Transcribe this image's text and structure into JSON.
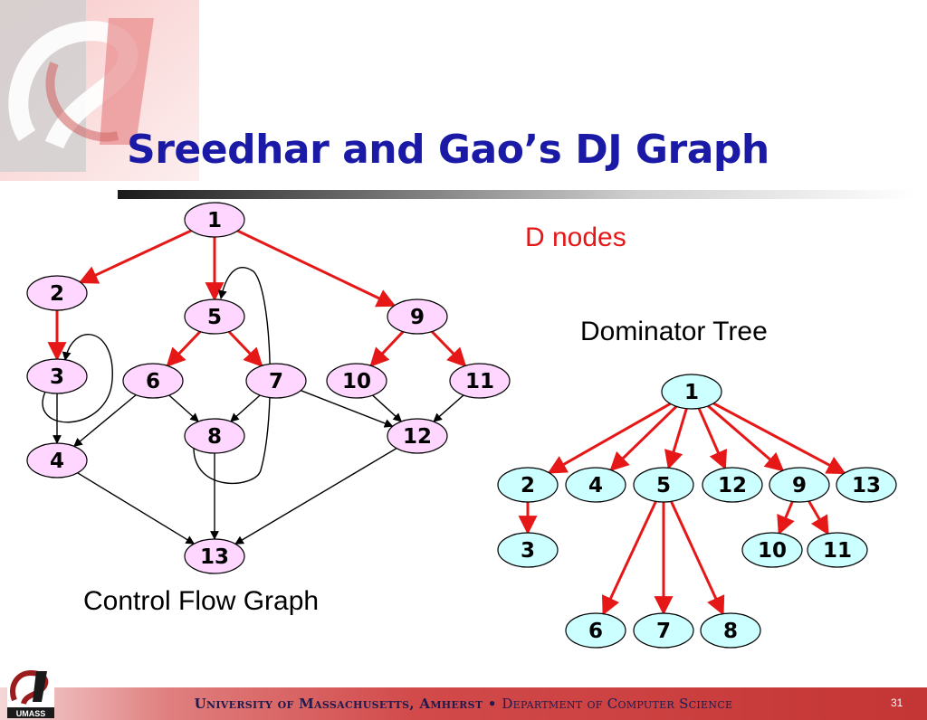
{
  "slide": {
    "title": "Sreedhar and Gao’s DJ Graph",
    "page_number": "31"
  },
  "footer": {
    "university": "University of Massachusetts, Amherst",
    "separator": "•",
    "department": "Department of Computer Science",
    "logo_text": "UMASS"
  },
  "cfg": {
    "caption": "Control Flow Graph",
    "node_fill": "#ffd6ff",
    "nodes": [
      {
        "id": "1",
        "label": "1"
      },
      {
        "id": "2",
        "label": "2"
      },
      {
        "id": "3",
        "label": "3"
      },
      {
        "id": "4",
        "label": "4"
      },
      {
        "id": "5",
        "label": "5"
      },
      {
        "id": "6",
        "label": "6"
      },
      {
        "id": "7",
        "label": "7"
      },
      {
        "id": "8",
        "label": "8"
      },
      {
        "id": "9",
        "label": "9"
      },
      {
        "id": "10",
        "label": "10"
      },
      {
        "id": "11",
        "label": "11"
      },
      {
        "id": "12",
        "label": "12"
      },
      {
        "id": "13",
        "label": "13"
      }
    ],
    "d_edges": [
      [
        "1",
        "2"
      ],
      [
        "1",
        "5"
      ],
      [
        "1",
        "9"
      ],
      [
        "2",
        "3"
      ],
      [
        "5",
        "6"
      ],
      [
        "5",
        "7"
      ],
      [
        "9",
        "10"
      ],
      [
        "9",
        "11"
      ]
    ],
    "j_edges": [
      [
        "3",
        "4"
      ],
      [
        "6",
        "4"
      ],
      [
        "6",
        "8"
      ],
      [
        "7",
        "8"
      ],
      [
        "7",
        "12"
      ],
      [
        "10",
        "12"
      ],
      [
        "11",
        "12"
      ],
      [
        "4",
        "13"
      ],
      [
        "8",
        "13"
      ],
      [
        "12",
        "13"
      ],
      [
        "3",
        "3"
      ],
      [
        "8",
        "5"
      ]
    ]
  },
  "dominator_tree": {
    "caption": "Dominator Tree",
    "d_nodes_label": "D nodes",
    "node_fill": "#ccffff",
    "nodes": [
      {
        "id": "1",
        "label": "1"
      },
      {
        "id": "2",
        "label": "2"
      },
      {
        "id": "4",
        "label": "4"
      },
      {
        "id": "5",
        "label": "5"
      },
      {
        "id": "12",
        "label": "12"
      },
      {
        "id": "9",
        "label": "9"
      },
      {
        "id": "13",
        "label": "13"
      },
      {
        "id": "3",
        "label": "3"
      },
      {
        "id": "10",
        "label": "10"
      },
      {
        "id": "11",
        "label": "11"
      },
      {
        "id": "6",
        "label": "6"
      },
      {
        "id": "7",
        "label": "7"
      },
      {
        "id": "8",
        "label": "8"
      }
    ],
    "edges": [
      [
        "1",
        "2"
      ],
      [
        "1",
        "4"
      ],
      [
        "1",
        "5"
      ],
      [
        "1",
        "12"
      ],
      [
        "1",
        "9"
      ],
      [
        "1",
        "13"
      ],
      [
        "2",
        "3"
      ],
      [
        "9",
        "10"
      ],
      [
        "9",
        "11"
      ],
      [
        "5",
        "6"
      ],
      [
        "5",
        "7"
      ],
      [
        "5",
        "8"
      ]
    ]
  },
  "colors": {
    "d_edge": "#e61717",
    "j_edge": "#000000",
    "title": "#1a1aa6",
    "d_nodes_text": "#e61717"
  }
}
